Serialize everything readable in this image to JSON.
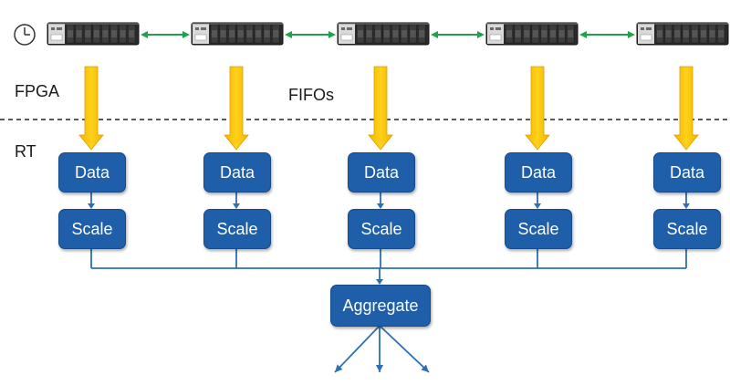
{
  "labels": {
    "fpga": "FPGA",
    "rt": "RT",
    "fifos": "FIFOs"
  },
  "nodes": {
    "data": [
      "Data",
      "Data",
      "Data",
      "Data",
      "Data"
    ],
    "scale": [
      "Scale",
      "Scale",
      "Scale",
      "Scale",
      "Scale"
    ],
    "aggregate": "Aggregate"
  },
  "icons": {
    "clock": "clock-icon",
    "chassis": "daq-chassis-icon",
    "sync_link": "double-arrow-icon",
    "fifo_arrow": "down-arrow-icon"
  },
  "colors": {
    "box": "#1f5ea8",
    "connector": "#2e6fb4",
    "fifo_arrow": "#f7c200",
    "sync_link": "#1fa34a"
  }
}
